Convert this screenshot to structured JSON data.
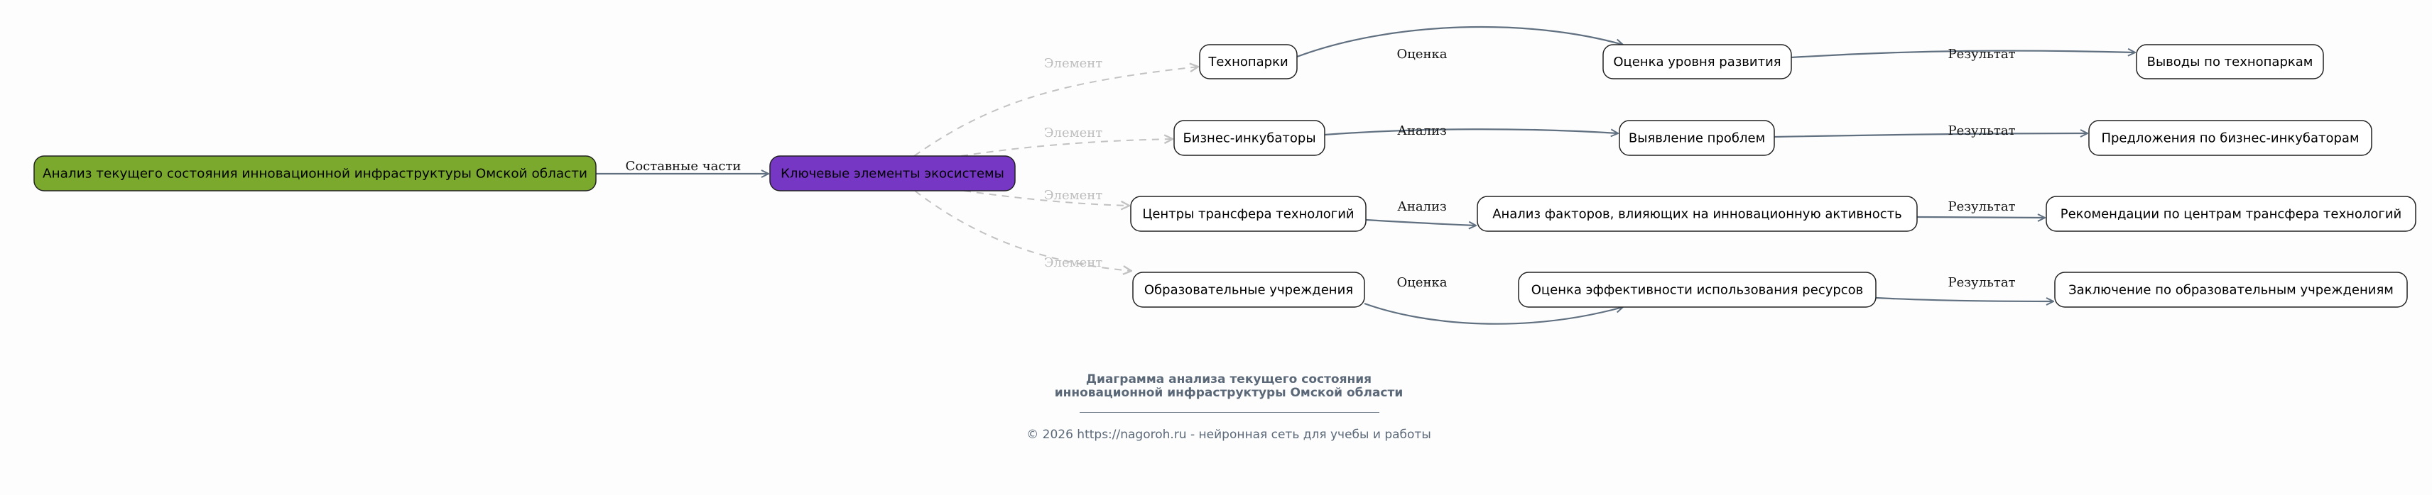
{
  "colors": {
    "root": "#7aa92e",
    "hub": "#7737c5",
    "edge": "#607080",
    "dashed": "#c2c2c2"
  },
  "nodes": {
    "root": "Анализ текущего состояния инновационной инфраструктуры Омской области",
    "hub": "Ключевые элементы экосистемы",
    "n1": "Технопарки",
    "n2": "Бизнес-инкубаторы",
    "n3": "Центры трансфера технологий",
    "n4": "Образовательные учреждения",
    "m1": "Оценка уровня развития",
    "m2": "Выявление проблем",
    "m3": "Анализ факторов, влияющих на инновационную активность",
    "m4": "Оценка эффективности использования ресурсов",
    "r1": "Выводы по технопаркам",
    "r2": "Предложения по бизнес-инкубаторам",
    "r3": "Рекомендации по центрам трансфера технологий",
    "r4": "Заключение по образовательным учреждениям"
  },
  "edge_labels": {
    "root_hub": "Составные части",
    "element": "Элемент",
    "n1_m1": "Оценка",
    "n2_m2": "Анализ",
    "n3_m3": "Анализ",
    "n4_m4": "Оценка",
    "result": "Результат"
  },
  "footer": {
    "title_line1": "Диаграмма анализа текущего состояния",
    "title_line2": "инновационной инфраструктуры Омской области",
    "copyright": "© 2026 https://nagoroh.ru - нейронная сеть для учебы и работы"
  }
}
